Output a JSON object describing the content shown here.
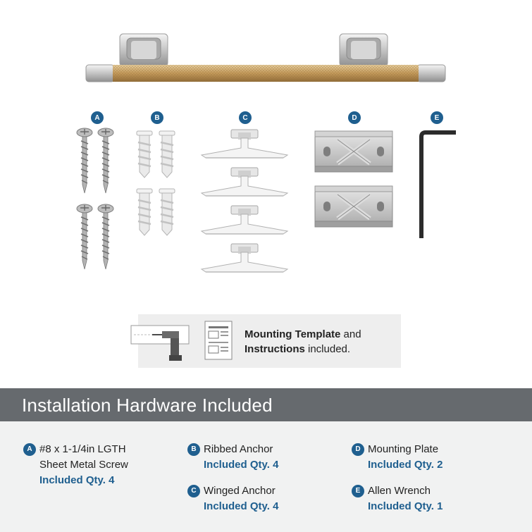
{
  "parts": [
    {
      "letter": "A"
    },
    {
      "letter": "B"
    },
    {
      "letter": "C"
    },
    {
      "letter": "D"
    },
    {
      "letter": "E"
    }
  ],
  "template": {
    "line1_bold": "Mounting Template",
    "line1_rest": " and",
    "line2_bold": "Instructions",
    "line2_rest": " included."
  },
  "banner": {
    "title": "Installation Hardware Included"
  },
  "hardware": [
    {
      "letter": "A",
      "name_line1": "#8 x 1-1/4in LGTH",
      "name_line2": "Sheet Metal Screw",
      "qty": "Included Qty. 4"
    },
    {
      "letter": "B",
      "name_line1": "Ribbed Anchor",
      "qty": "Included Qty. 4"
    },
    {
      "letter": "C",
      "name_line1": "Winged Anchor",
      "qty": "Included Qty. 4"
    },
    {
      "letter": "D",
      "name_line1": "Mounting Plate",
      "qty": "Included Qty. 2"
    },
    {
      "letter": "E",
      "name_line1": "Allen Wrench",
      "qty": "Included Qty. 1"
    }
  ],
  "colors": {
    "accent": "#1f5f8f",
    "banner": "#666a6e",
    "info_bg": "#f1f2f2",
    "brass": "#c9a46a",
    "chrome": "#c8c8c8"
  }
}
